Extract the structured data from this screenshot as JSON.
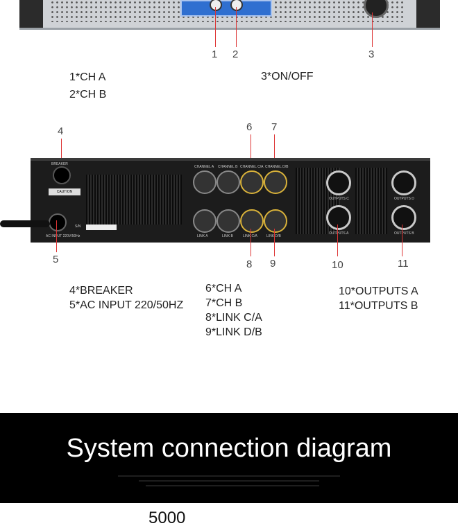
{
  "front_callouts": [
    "1",
    "2",
    "3"
  ],
  "front_labels": {
    "ch_a": "1*CH A",
    "ch_b": "2*CH B",
    "on_off": "3*ON/OFF"
  },
  "rear_callouts": [
    "4",
    "5",
    "6",
    "7",
    "8",
    "9",
    "10",
    "11"
  ],
  "rear_labels": {
    "breaker": "4*BREAKER",
    "ac_input": "5*AC INPUT 220/50HZ",
    "ch_a": "6*CH A",
    "ch_b": "7*CH B",
    "link_ca": "8*LINK C/A",
    "link_db": "9*LINK D/B",
    "outputs_a": "10*OUTPUTS A",
    "outputs_b": "11*OUTPUTS B"
  },
  "panel_text": {
    "breaker": "BREAKER",
    "caution": "CAUTION",
    "sn": "S/N",
    "ac_input": "AC INPUT 220V/50Hz",
    "channel_a": "CHANNEL A",
    "channel_b": "CHANNEL B",
    "channel_ca": "CHANNEL C/A",
    "channel_db": "CHANNEL D/B",
    "link_a": "LINK A",
    "link_b": "LINK B",
    "link_ca": "LINK C/A",
    "link_db": "LINK D/B",
    "outputs_a": "OUTPUTS A",
    "outputs_b": "OUTPUTS B",
    "outputs_c": "OUTPUTS C",
    "outputs_d": "OUTPUTS D"
  },
  "banner": {
    "title": "System connection diagram"
  },
  "bottom_text": "5000"
}
